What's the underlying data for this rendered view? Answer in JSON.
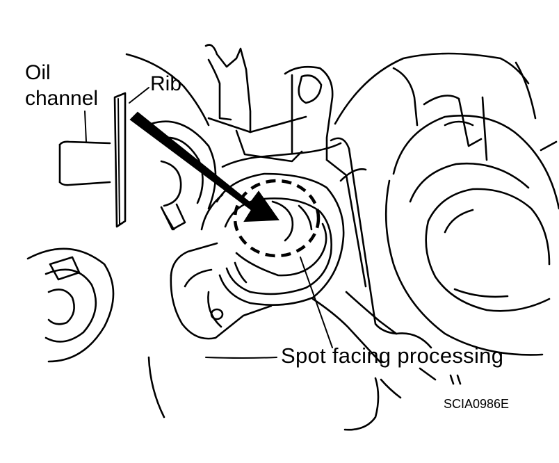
{
  "labels": {
    "oil_line1": "Oil",
    "oil_line2": "channel",
    "rib": "Rib",
    "spot_facing": "Spot facing processing",
    "figure_code": "SCIA0986E"
  }
}
